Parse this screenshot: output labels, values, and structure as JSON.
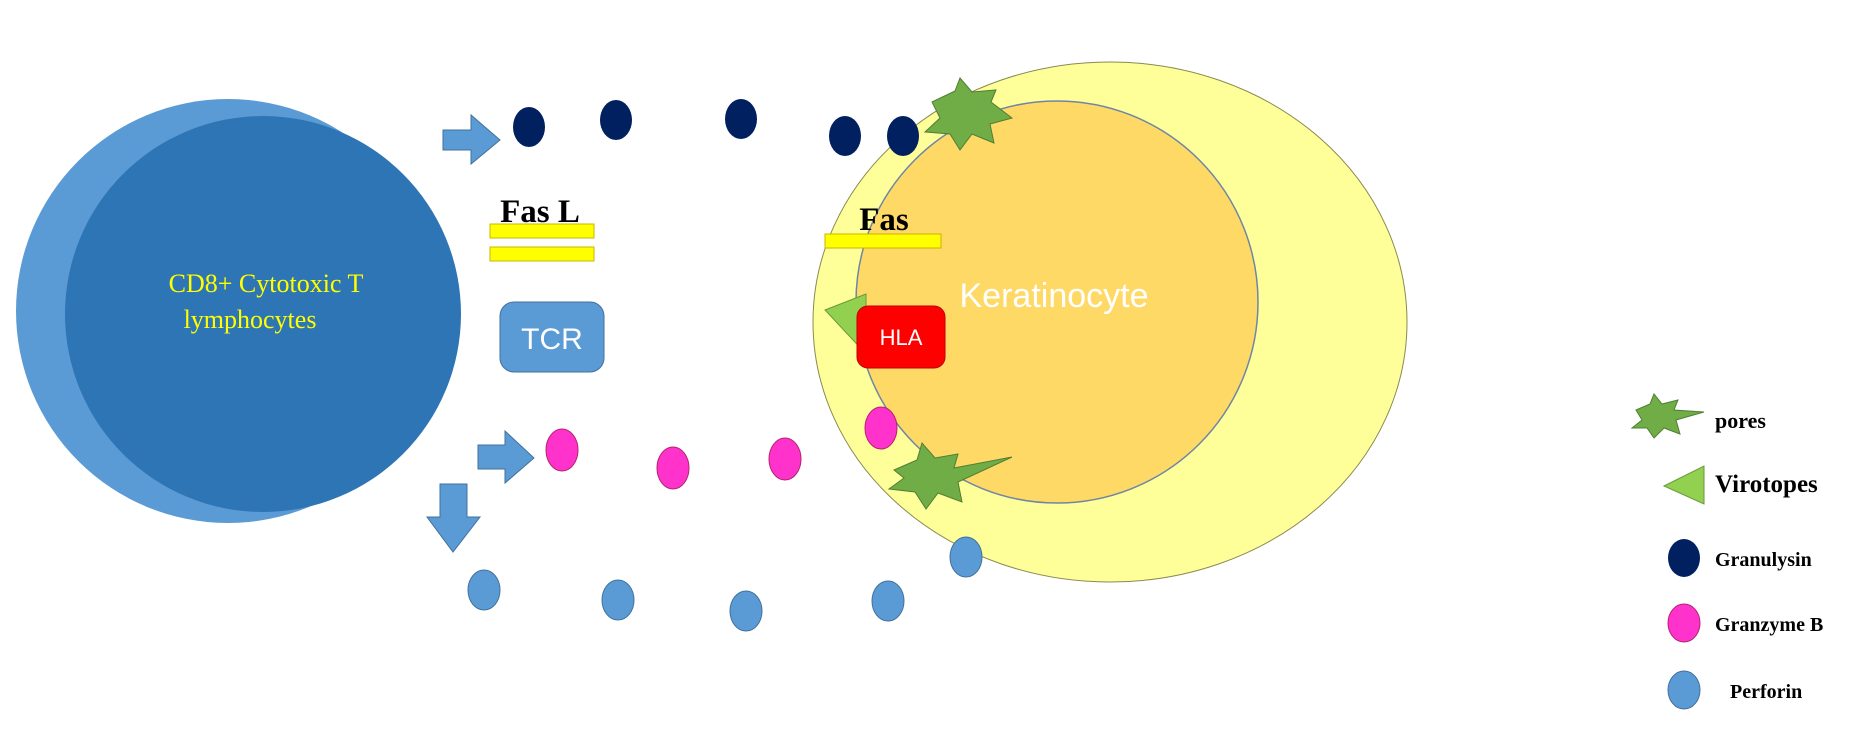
{
  "labels": {
    "t_cell": [
      "CD8+ Cytotoxic T",
      "lymphocytes"
    ],
    "keratinocyte": "Keratinocyte",
    "fas_l": "Fas L",
    "fas": "Fas",
    "tcr": "TCR",
    "hla": "HLA"
  },
  "legend": [
    {
      "label": "pores",
      "icon": "pore-icon"
    },
    {
      "label": "Virotopes",
      "icon": "virotope-icon"
    },
    {
      "label": "Granulysin",
      "icon": "granulysin-icon"
    },
    {
      "label": "Granzyme B",
      "icon": "granzyme-b-icon"
    },
    {
      "label": "Perforin",
      "icon": "perforin-icon"
    }
  ],
  "colors": {
    "t_cell_outer": "#5b9bd5",
    "t_cell_inner": "#2e75b6",
    "t_cell_text": "#ffff00",
    "keratinocyte_outer": "#ffff99",
    "keratinocyte_inner": "#ffd966",
    "fas_bar": "#ffff00",
    "granulysin": "#002060",
    "granzyme_b": "#ff33cc",
    "perforin": "#5b9bd5",
    "pore": "#70ad47",
    "virotope": "#92d050",
    "hla": "#ff0000",
    "tcr": "#5b9bd5",
    "arrow": "#5b9bd5"
  }
}
